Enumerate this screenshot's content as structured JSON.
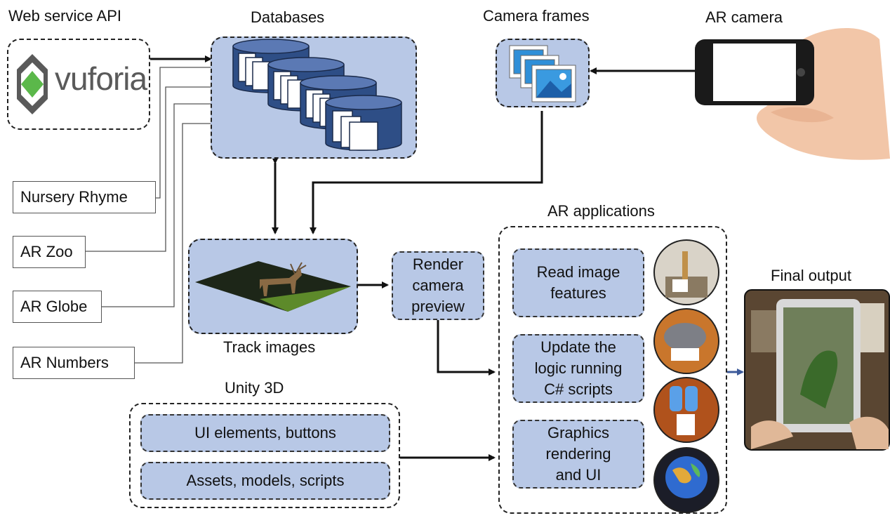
{
  "labels": {
    "web_service_api": "Web service API",
    "databases": "Databases",
    "camera_frames": "Camera frames",
    "ar_camera": "AR camera",
    "ar_applications": "AR applications",
    "final_output": "Final output",
    "track_images": "Track images",
    "unity_3d": "Unity 3D"
  },
  "vuforia_logo_text": "vuforia",
  "projects": [
    "Nursery Rhyme",
    "AR Zoo",
    "AR Globe",
    "AR Numbers"
  ],
  "render_preview": [
    "Render",
    "camera",
    "preview"
  ],
  "ar_steps": [
    [
      "Read image",
      "features"
    ],
    [
      "Update the",
      "logic running",
      "C# scripts"
    ],
    [
      "Graphics",
      "rendering",
      "and UI"
    ]
  ],
  "unity_items": [
    "UI elements, buttons",
    "Assets, models, scripts"
  ],
  "colors": {
    "box_fill": "#b8c8e6",
    "arrow_blue": "#3c5a9a",
    "vuforia_green": "#5bb84a",
    "vuforia_gray": "#5a5a5a"
  }
}
